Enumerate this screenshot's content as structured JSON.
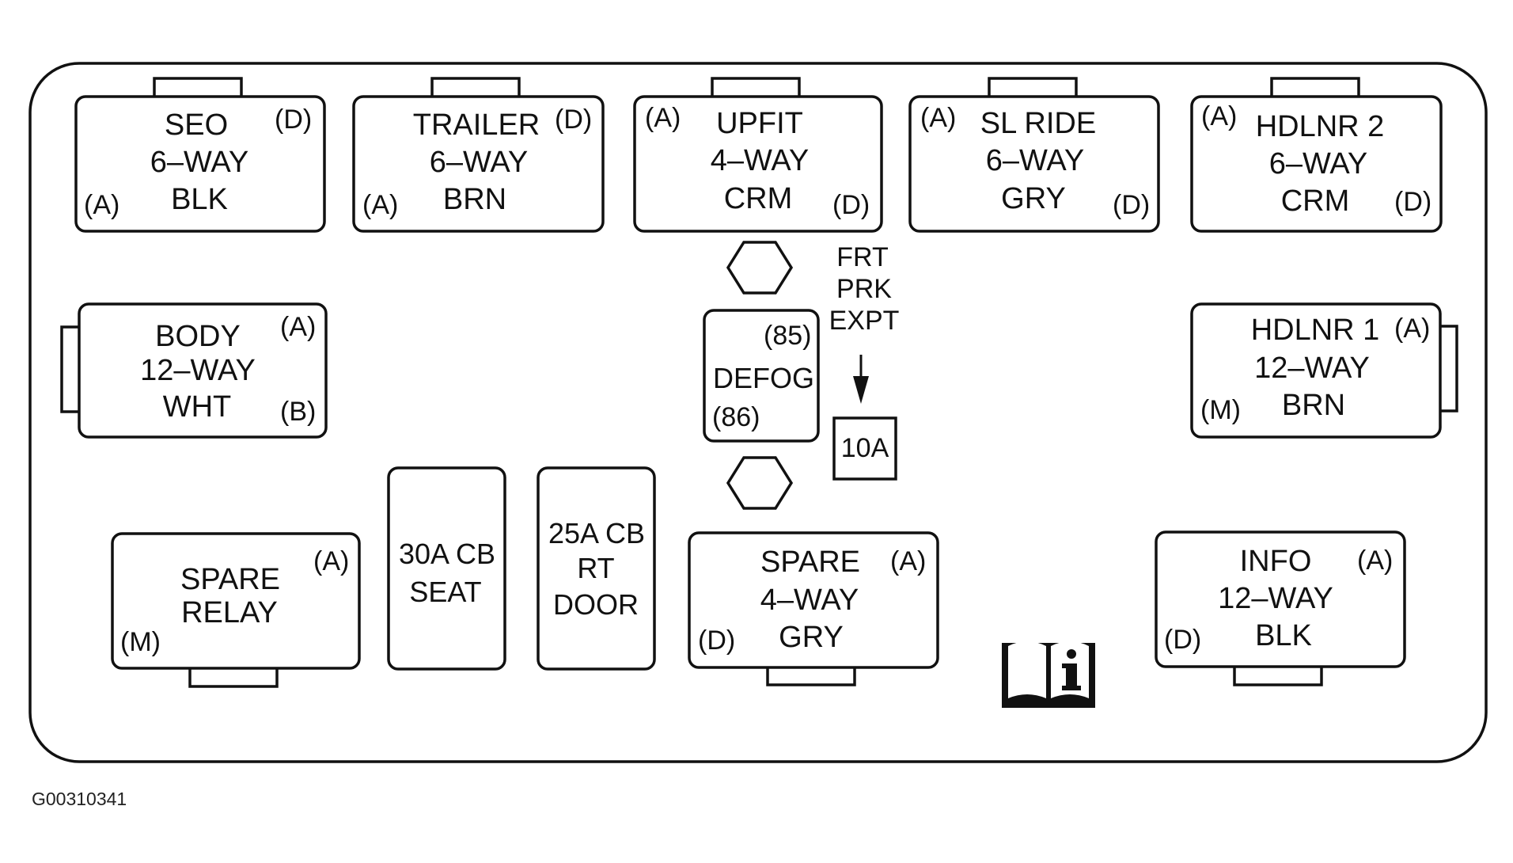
{
  "connectors": [
    {
      "id": "seo",
      "lines": [
        "SEO",
        "6–WAY",
        "BLK"
      ],
      "pins": [
        "(D)",
        "(A)"
      ]
    },
    {
      "id": "trailer",
      "lines": [
        "TRAILER",
        "6–WAY",
        "BRN"
      ],
      "pins": [
        "(D)",
        "(A)"
      ]
    },
    {
      "id": "upfit",
      "lines": [
        "UPFIT",
        "4–WAY",
        "CRM"
      ],
      "pins": [
        "(A)",
        "(D)"
      ]
    },
    {
      "id": "sl-ride",
      "lines": [
        "SL RIDE",
        "6–WAY",
        "GRY"
      ],
      "pins": [
        "(A)",
        "(D)"
      ]
    },
    {
      "id": "hdlnr-2",
      "lines": [
        "HDLNR 2",
        "6–WAY",
        "CRM"
      ],
      "pins": [
        "(A)",
        "(D)"
      ]
    },
    {
      "id": "body",
      "lines": [
        "BODY",
        "12–WAY",
        "WHT"
      ],
      "pins": [
        "(A)",
        "(B)"
      ]
    },
    {
      "id": "hdlnr-1",
      "lines": [
        "HDLNR 1",
        "12–WAY",
        "BRN"
      ],
      "pins": [
        "(A)",
        "(M)"
      ]
    },
    {
      "id": "spare-relay",
      "lines": [
        "SPARE",
        "RELAY"
      ],
      "pins": [
        "(A)",
        "(M)"
      ]
    },
    {
      "id": "cb-30a",
      "lines": [
        "30A CB",
        "SEAT"
      ],
      "pins": []
    },
    {
      "id": "cb-25a",
      "lines": [
        "25A CB",
        "RT",
        "DOOR"
      ],
      "pins": []
    },
    {
      "id": "spare-4way",
      "lines": [
        "SPARE",
        "4–WAY",
        "GRY"
      ],
      "pins": [
        "(A)",
        "(D)"
      ]
    },
    {
      "id": "info",
      "lines": [
        "INFO",
        "12–WAY",
        "BLK"
      ],
      "pins": [
        "(A)",
        "(D)"
      ]
    }
  ],
  "defog": {
    "label": "DEFOG",
    "pin_top": "(85)",
    "pin_bottom": "(86)"
  },
  "fuse": {
    "label": "10A",
    "caption": [
      "FRT",
      "PRK",
      "EXPT"
    ]
  },
  "info_icon": "book-info-icon",
  "figure_id": "G00310341"
}
